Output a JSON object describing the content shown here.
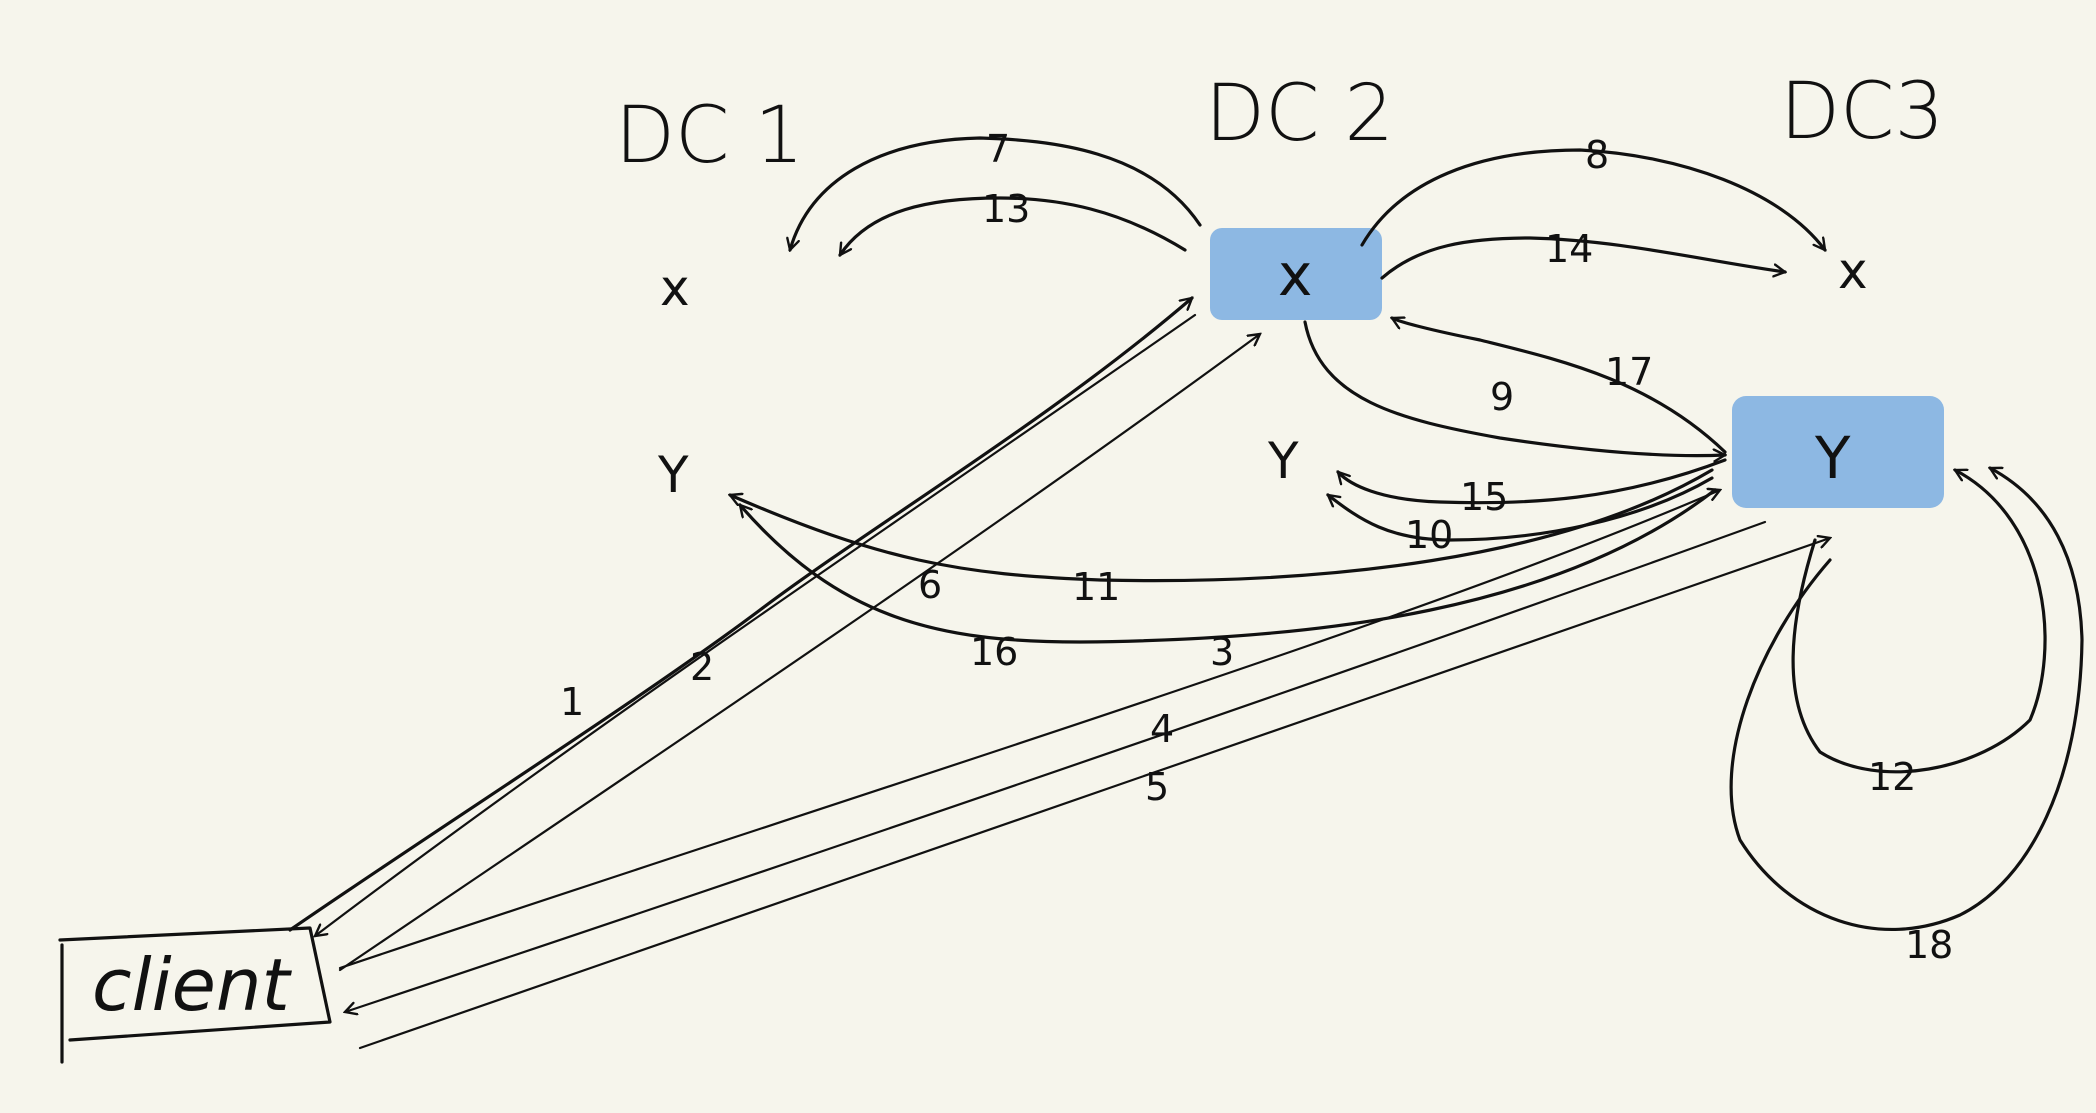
{
  "colors": {
    "background": "#f6f5ec",
    "highlight": "#8db8e3",
    "ink": "#111111"
  },
  "datacenters": [
    "DC 1",
    "DC 2",
    "DC3"
  ],
  "nodes": {
    "dc1_x": "x",
    "dc1_y": "Y",
    "dc2_x": "x",
    "dc2_y": "Y",
    "dc3_x": "x",
    "dc3_y": "Y"
  },
  "client": "client",
  "step_labels": [
    "1",
    "2",
    "3",
    "4",
    "5",
    "6",
    "7",
    "8",
    "9",
    "10",
    "11",
    "12",
    "13",
    "14",
    "15",
    "16",
    "17",
    "18"
  ]
}
